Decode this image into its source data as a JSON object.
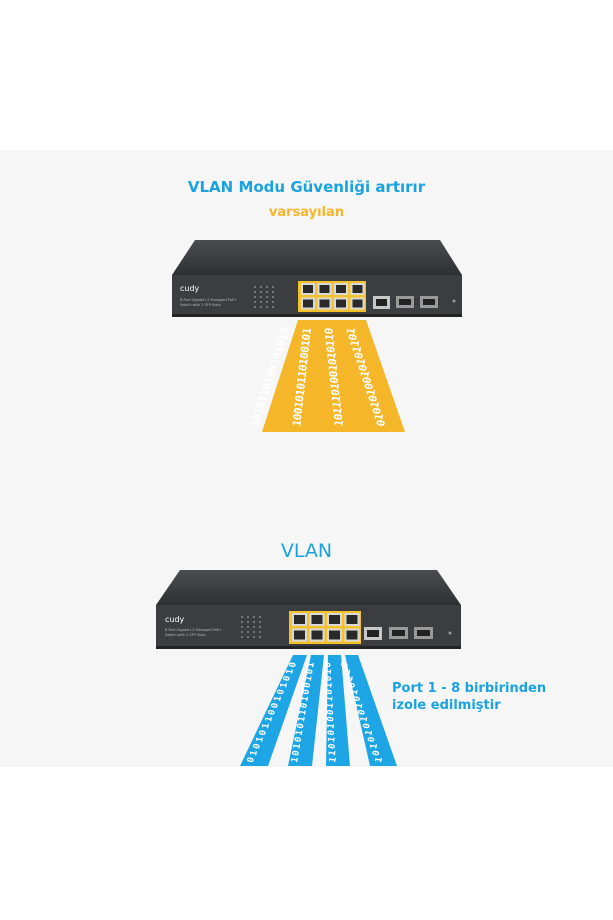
{
  "top": {
    "title": "VLAN Modu Güvenliği artırır",
    "subtitle": "varsayılan"
  },
  "bottom": {
    "title": "VLAN",
    "caption_line1": "Port 1 - 8 birbirinden",
    "caption_line2": "izole edilmiştir"
  },
  "device": {
    "brand": "cudy",
    "model_line1": "8-Port Gigabit L2 Managed PoE+",
    "model_line2": "Switch with 2 SFP Slots"
  },
  "colors": {
    "panel_background": "#f6f6f6",
    "title_blue": "#1aa3e0",
    "default_yellow": "#f5b62a",
    "vlan_blue": "#1ea5e6",
    "switch_body": "#3b3d40"
  },
  "streams": {
    "binary_top": [
      "0101010010110101",
      "1010010110101001",
      "0110101001011101",
      "1011010100101010"
    ],
    "binary_bottom": [
      "010101001101010",
      "101001011010101",
      "010101100101011",
      "011010101010101"
    ]
  }
}
